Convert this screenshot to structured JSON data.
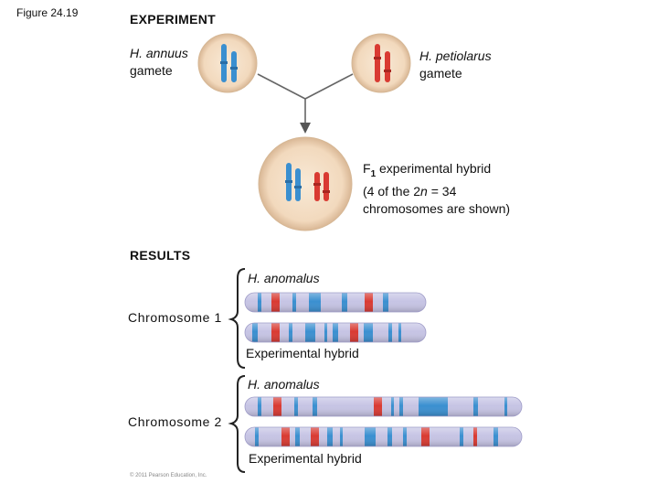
{
  "figure_label": "Figure 24.19",
  "experiment": {
    "heading": "EXPERIMENT",
    "annuus": {
      "species": "H. annuus",
      "word": "gamete"
    },
    "petiolarus": {
      "species": "H. petiolarus",
      "word": "gamete"
    },
    "hybrid": {
      "line1_prefix": "F",
      "line1_sub": "1",
      "line1_rest": " experimental hybrid",
      "line2_a": "(4 of the 2",
      "line2_n": "n",
      "line2_b": " = 34",
      "line3": "chromosomes are shown)"
    }
  },
  "results": {
    "heading": "RESULTS",
    "chromosome1": {
      "label": "Chromosome 1",
      "top": "H. anomalus",
      "bottom": "Experimental hybrid"
    },
    "chromosome2": {
      "label": "Chromosome 2",
      "top": "H. anomalus",
      "bottom": "Experimental hybrid"
    }
  },
  "copyright": "© 2011 Pearson Education, Inc.",
  "colors": {
    "cell_fill": "#f3dcc2",
    "blue_chromosome": "#3a8fd0",
    "red_chromosome": "#d93a32",
    "chromosome_base": "#c6c4e4",
    "arrow": "#555555"
  }
}
